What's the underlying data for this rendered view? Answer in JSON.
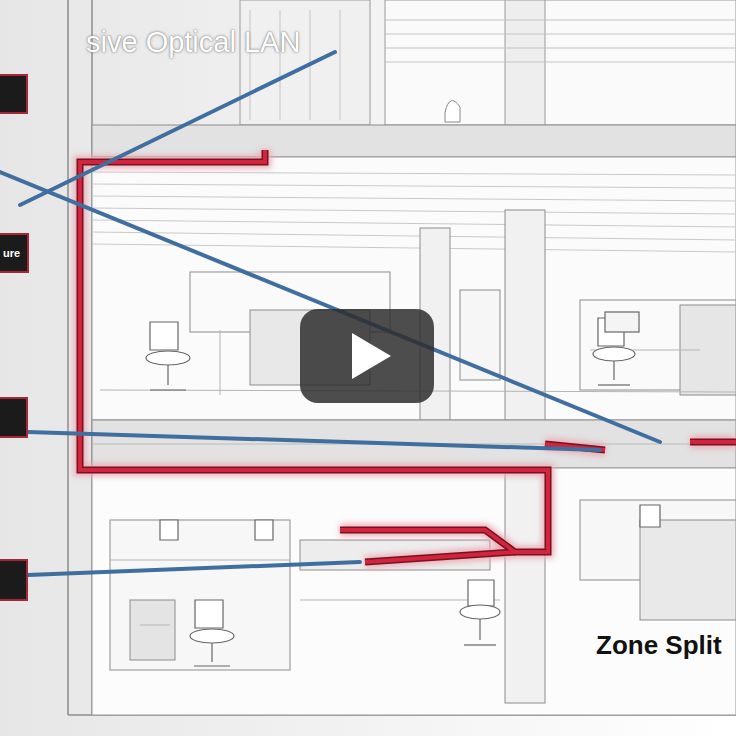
{
  "diagram": {
    "title": "sive Optical LAN",
    "nodes": [
      {
        "text": [
          "ure"
        ]
      }
    ],
    "labels": [
      "Zone Split"
    ]
  }
}
